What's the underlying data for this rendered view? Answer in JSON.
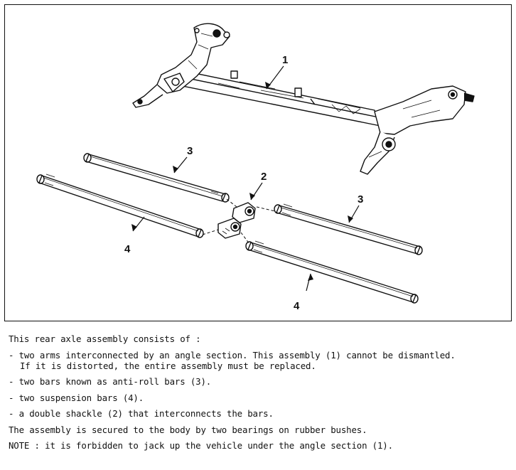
{
  "figure": {
    "callouts": [
      "1",
      "2",
      "3",
      "3",
      "4",
      "4"
    ]
  },
  "text": {
    "intro": "This rear axle assembly consists of :",
    "bullet1_line1": "- two arms interconnected by an angle section. This assembly (1) cannot be dismantled.",
    "bullet1_line2": "If it is distorted, the entire assembly must be replaced.",
    "bullet2": "- two bars known as anti-roll bars (3).",
    "bullet3": "- two suspension bars (4).",
    "bullet4": "- a double shackle (2) that interconnects the bars.",
    "statement": "The assembly is secured to the body by two bearings on rubber bushes.",
    "note": "NOTE : it is forbidden to jack up the vehicle under the angle section (1)."
  }
}
